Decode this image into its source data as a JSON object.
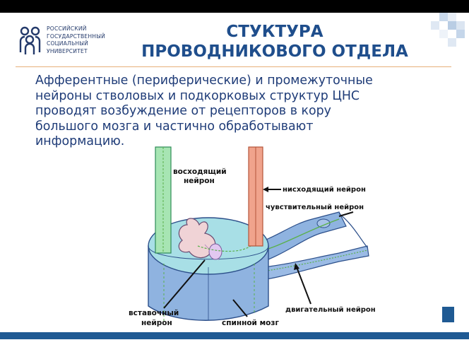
{
  "logo": {
    "lines": [
      "РОССИЙСКИЙ",
      "ГОСУДАРСТВЕННЫЙ",
      "СОЦИАЛЬНЫЙ",
      "УНИВЕРСИТЕТ"
    ]
  },
  "title": {
    "line1": "СТУКТУРА",
    "line2": "ПРОВОДНИКОВОГО ОТДЕЛА"
  },
  "body": {
    "line1": "Афферентные (периферические) и промежуточные",
    "line2": "нейроны стволовых и подкорковых структур ЦНС",
    "line3": "проводят возбуждение от рецепторов в кору",
    "line4": "большого мозга и частично обработывают",
    "line5": "информацию."
  },
  "figure": {
    "label_ascending_1": "восходящий",
    "label_ascending_2": "нейрон",
    "label_descending": "нисходящий нейрон",
    "label_sensory": "чувствительный нейрон",
    "label_interneuron_1": "вставочный",
    "label_interneuron_2": "нейрон",
    "label_spinal_cord": "спинной мозг",
    "label_motor": "двигательный нейрон"
  },
  "colors": {
    "title": "#1f4e8c",
    "body_text": "#1f3c78",
    "accent_blue": "#1f5a93",
    "rule": "#e7b07a"
  }
}
